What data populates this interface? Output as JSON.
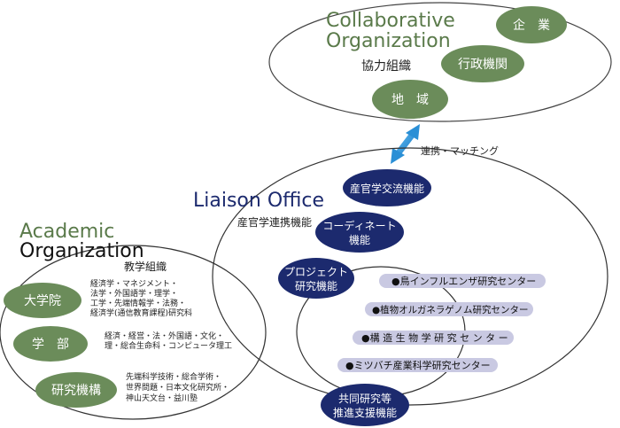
{
  "collaborative": {
    "title_line1": "Collaborative",
    "title_line2": "Organization",
    "subtitle": "協力組織",
    "nodes": [
      "企　業",
      "行政機関",
      "地　域"
    ]
  },
  "link_label": "連携・マッチング",
  "liaison": {
    "title": "Liaison Office",
    "subtitle": "産官学連携機能",
    "functions": {
      "exchange": "産官学交流機能",
      "coordinate_line1": "コーディネート",
      "coordinate_line2": "機能",
      "project_line1": "プロジェクト",
      "project_line2": "研究機能",
      "support_line1": "共同研究等",
      "support_line2": "推進支援機能"
    },
    "centers": [
      "●鳥インフルエンザ研究センター",
      "●植物オルガネラゲノム研究センター",
      "●構 造 生 物 学 研 究 セ ン タ ー",
      "●ミツバチ産業科学研究センター"
    ]
  },
  "academic": {
    "title_line1": "Academic",
    "title_line2": "Organization",
    "subtitle": "教学組織",
    "units": [
      {
        "label": "大学院",
        "details": [
          "経済学・マネジメント・",
          "法学・外国語学・理学・",
          "工学・先端情報学・法務・",
          "経済学(通信教育課程)研究科"
        ]
      },
      {
        "label": "学　部",
        "details": [
          "経済・経営・法・外国語・文化・",
          "理・総合生命科・コンピュータ理工"
        ]
      },
      {
        "label": "研究機構",
        "details": [
          "先端科学技術・総合学術・",
          "世界問題・日本文化研究所・",
          "神山天文台・益川塾"
        ]
      }
    ]
  },
  "colors": {
    "green": "#6b8c5a",
    "green_title": "#5a7a4a",
    "navy": "#1c2a6e",
    "lavender": "#c9c9e2",
    "arrow": "#2a8fd6"
  }
}
